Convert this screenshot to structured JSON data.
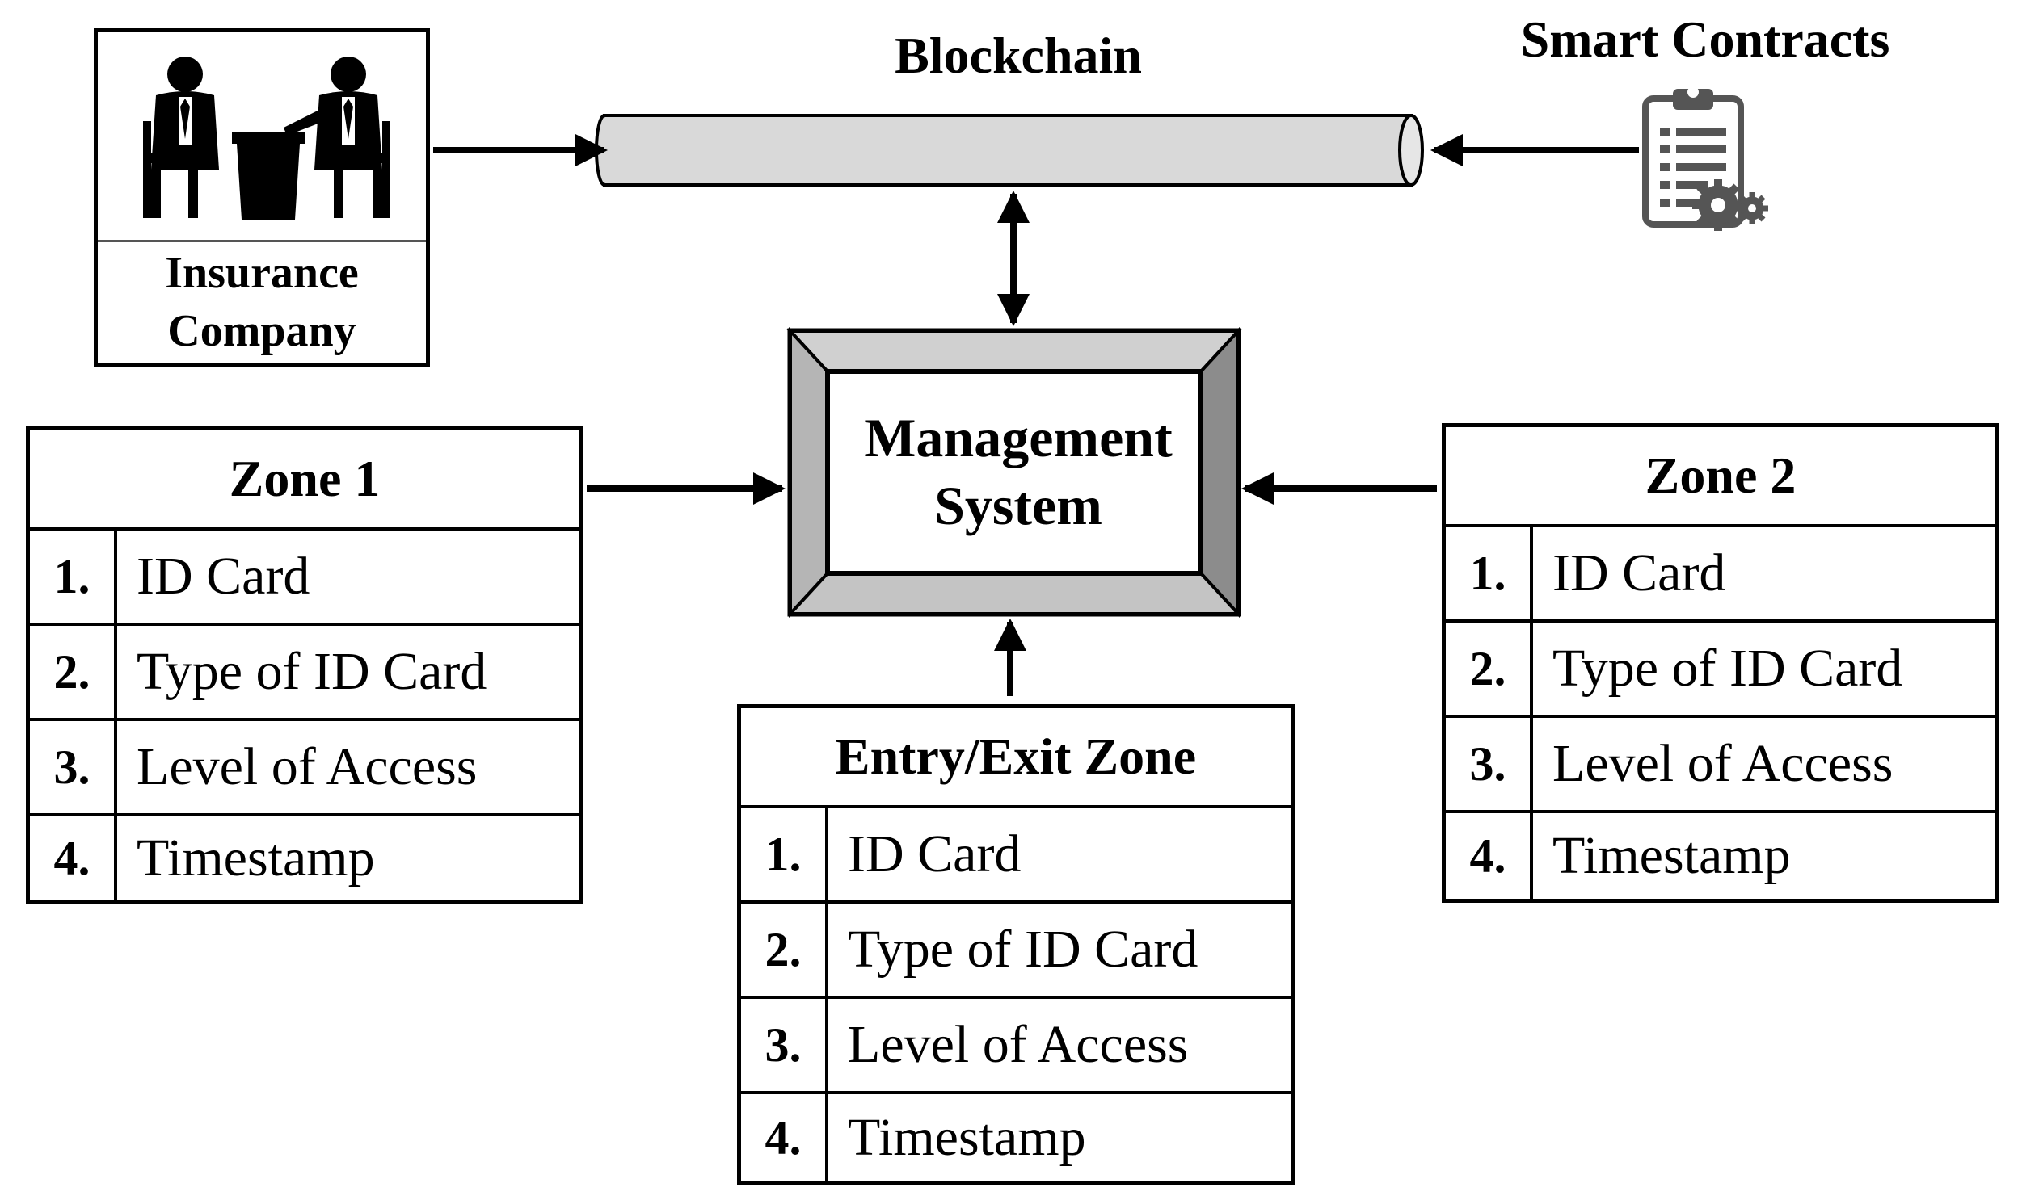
{
  "blockchain": {
    "label": "Blockchain"
  },
  "smart_contracts": {
    "label": "Smart Contracts",
    "icon": "clipboard-gears-icon"
  },
  "insurance_company": {
    "label_line1": "Insurance",
    "label_line2": "Company",
    "icon": "business-meeting-icon"
  },
  "management_system": {
    "label_line1": "Management",
    "label_line2": "System"
  },
  "zones": [
    {
      "title": "Zone 1",
      "rows": [
        {
          "num": "1.",
          "text": "ID Card"
        },
        {
          "num": "2.",
          "text": "Type of ID Card"
        },
        {
          "num": "3.",
          "text": "Level of Access"
        },
        {
          "num": "4.",
          "text": "Timestamp"
        }
      ]
    },
    {
      "title": "Zone 2",
      "rows": [
        {
          "num": "1.",
          "text": "ID Card"
        },
        {
          "num": "2.",
          "text": "Type of ID Card"
        },
        {
          "num": "3.",
          "text": "Level of Access"
        },
        {
          "num": "4.",
          "text": "Timestamp"
        }
      ]
    },
    {
      "title": "Entry/Exit Zone",
      "rows": [
        {
          "num": "1.",
          "text": "ID Card"
        },
        {
          "num": "2.",
          "text": "Type of ID Card"
        },
        {
          "num": "3.",
          "text": "Level of Access"
        },
        {
          "num": "4.",
          "text": "Timestamp"
        }
      ]
    }
  ],
  "colors": {
    "pipe_fill": "#d9d9d9",
    "bevel_light": "#d0d0d0",
    "bevel_dark": "#8c8c8c",
    "stroke": "#000000"
  }
}
